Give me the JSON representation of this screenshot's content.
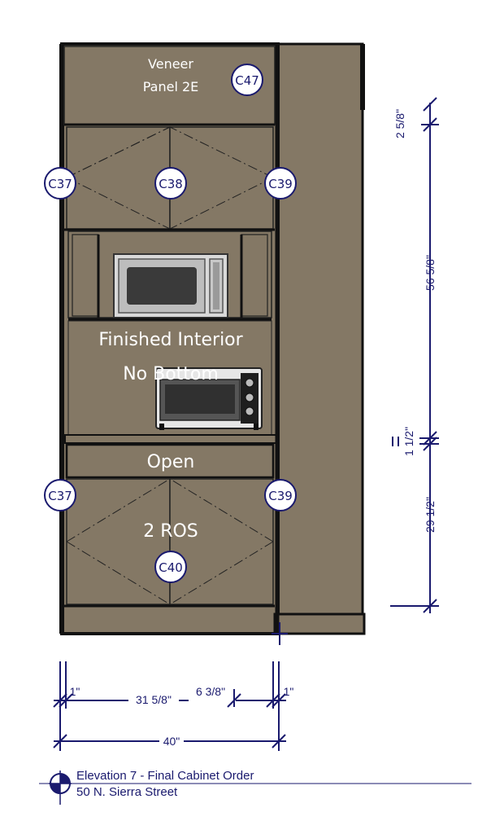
{
  "colors": {
    "cabinet": "#847865",
    "outline": "#111111",
    "dimension": "#1a1a6e",
    "label": "#ffffff"
  },
  "labels": {
    "veneer_line1": "Veneer",
    "veneer_line2": "Panel 2E",
    "finished_interior": "Finished Interior",
    "no_bottom": "No Bottom",
    "open": "Open",
    "ros": "2 ROS"
  },
  "tags": {
    "c47": "C47",
    "c37_upper": "C37",
    "c38": "C38",
    "c39_upper": "C39",
    "c37_lower": "C37",
    "c39_lower": "C39",
    "c40": "C40"
  },
  "dimensions": {
    "vertical": {
      "top_gap": "2 5/8\"",
      "middle": "56 5/8\"",
      "small": "1 1/2\"",
      "lower": "29 1/2\""
    },
    "horizontal": {
      "left_filler": "1\"",
      "main_width": "31 5/8\"",
      "side_panel": "6 3/8\"",
      "right_filler": "1\"",
      "overall": "40\""
    }
  },
  "title_block": {
    "line1": "Elevation 7 - Final Cabinet Order",
    "line2": "50 N. Sierra Street"
  }
}
